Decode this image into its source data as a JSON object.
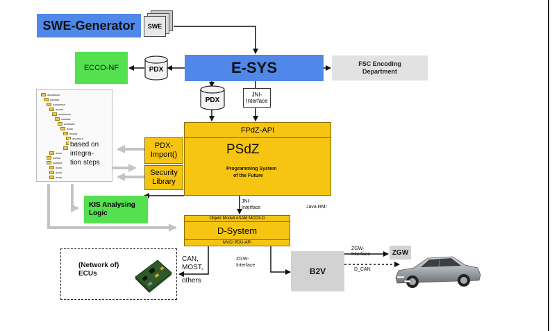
{
  "nodes": {
    "swe_generator": "SWE-Generator",
    "swe_docs": "SWE",
    "ecco_nf": "ECCO-NF",
    "pdx_top": "PDX",
    "esys": "E-SYS",
    "fsc_line1": "FSC Encoding",
    "fsc_line2": "Department",
    "pdx_mid": "PDX",
    "jni_top_line1": "JNI-",
    "jni_top_line2": "Interface",
    "fpdz_api": "FPdZ-API",
    "pdx_import_line1": "PDX-",
    "pdx_import_line2": "Import()",
    "security_line1": "Security",
    "security_line2": "Library",
    "psdz": "PSdZ",
    "psdz_sub1": "Programming System",
    "psdz_sub2": "of the Future",
    "tree_note_line1": "based on",
    "tree_note_line2": "integra-",
    "tree_note_line3": "tion steps",
    "kis_line1": "KIS Analysing",
    "kis_line2": "Logic",
    "jni_bottom_line1": "JNI-",
    "jni_bottom_line2": "Interface",
    "java_rmi": "Java RMI",
    "object_model": "Objekt Modell  ASAM MCD3-D",
    "dsystem": "D-System",
    "mvci": "MVCI PDU-API",
    "ecus_line1": "(Network of)",
    "ecus_line2": "ECUs",
    "can_line1": "CAN,",
    "can_line2": "MOST,",
    "can_line3": "others",
    "zgw_if_line1": "ZGW-",
    "zgw_if_line2": "Interface",
    "b2v": "B2V",
    "zgw_if2_line1": "ZGW-",
    "zgw_if2_line2": "Interface",
    "d_can": "D_CAN",
    "zgw": "ZGW"
  },
  "colors": {
    "blue": "#4f88e8",
    "green": "#55e04f",
    "yellow": "#f6c511",
    "grey": "#e2e2e2",
    "b2v_grey": "#d2d2d2",
    "arrow_grey": "#c4c4c4"
  }
}
